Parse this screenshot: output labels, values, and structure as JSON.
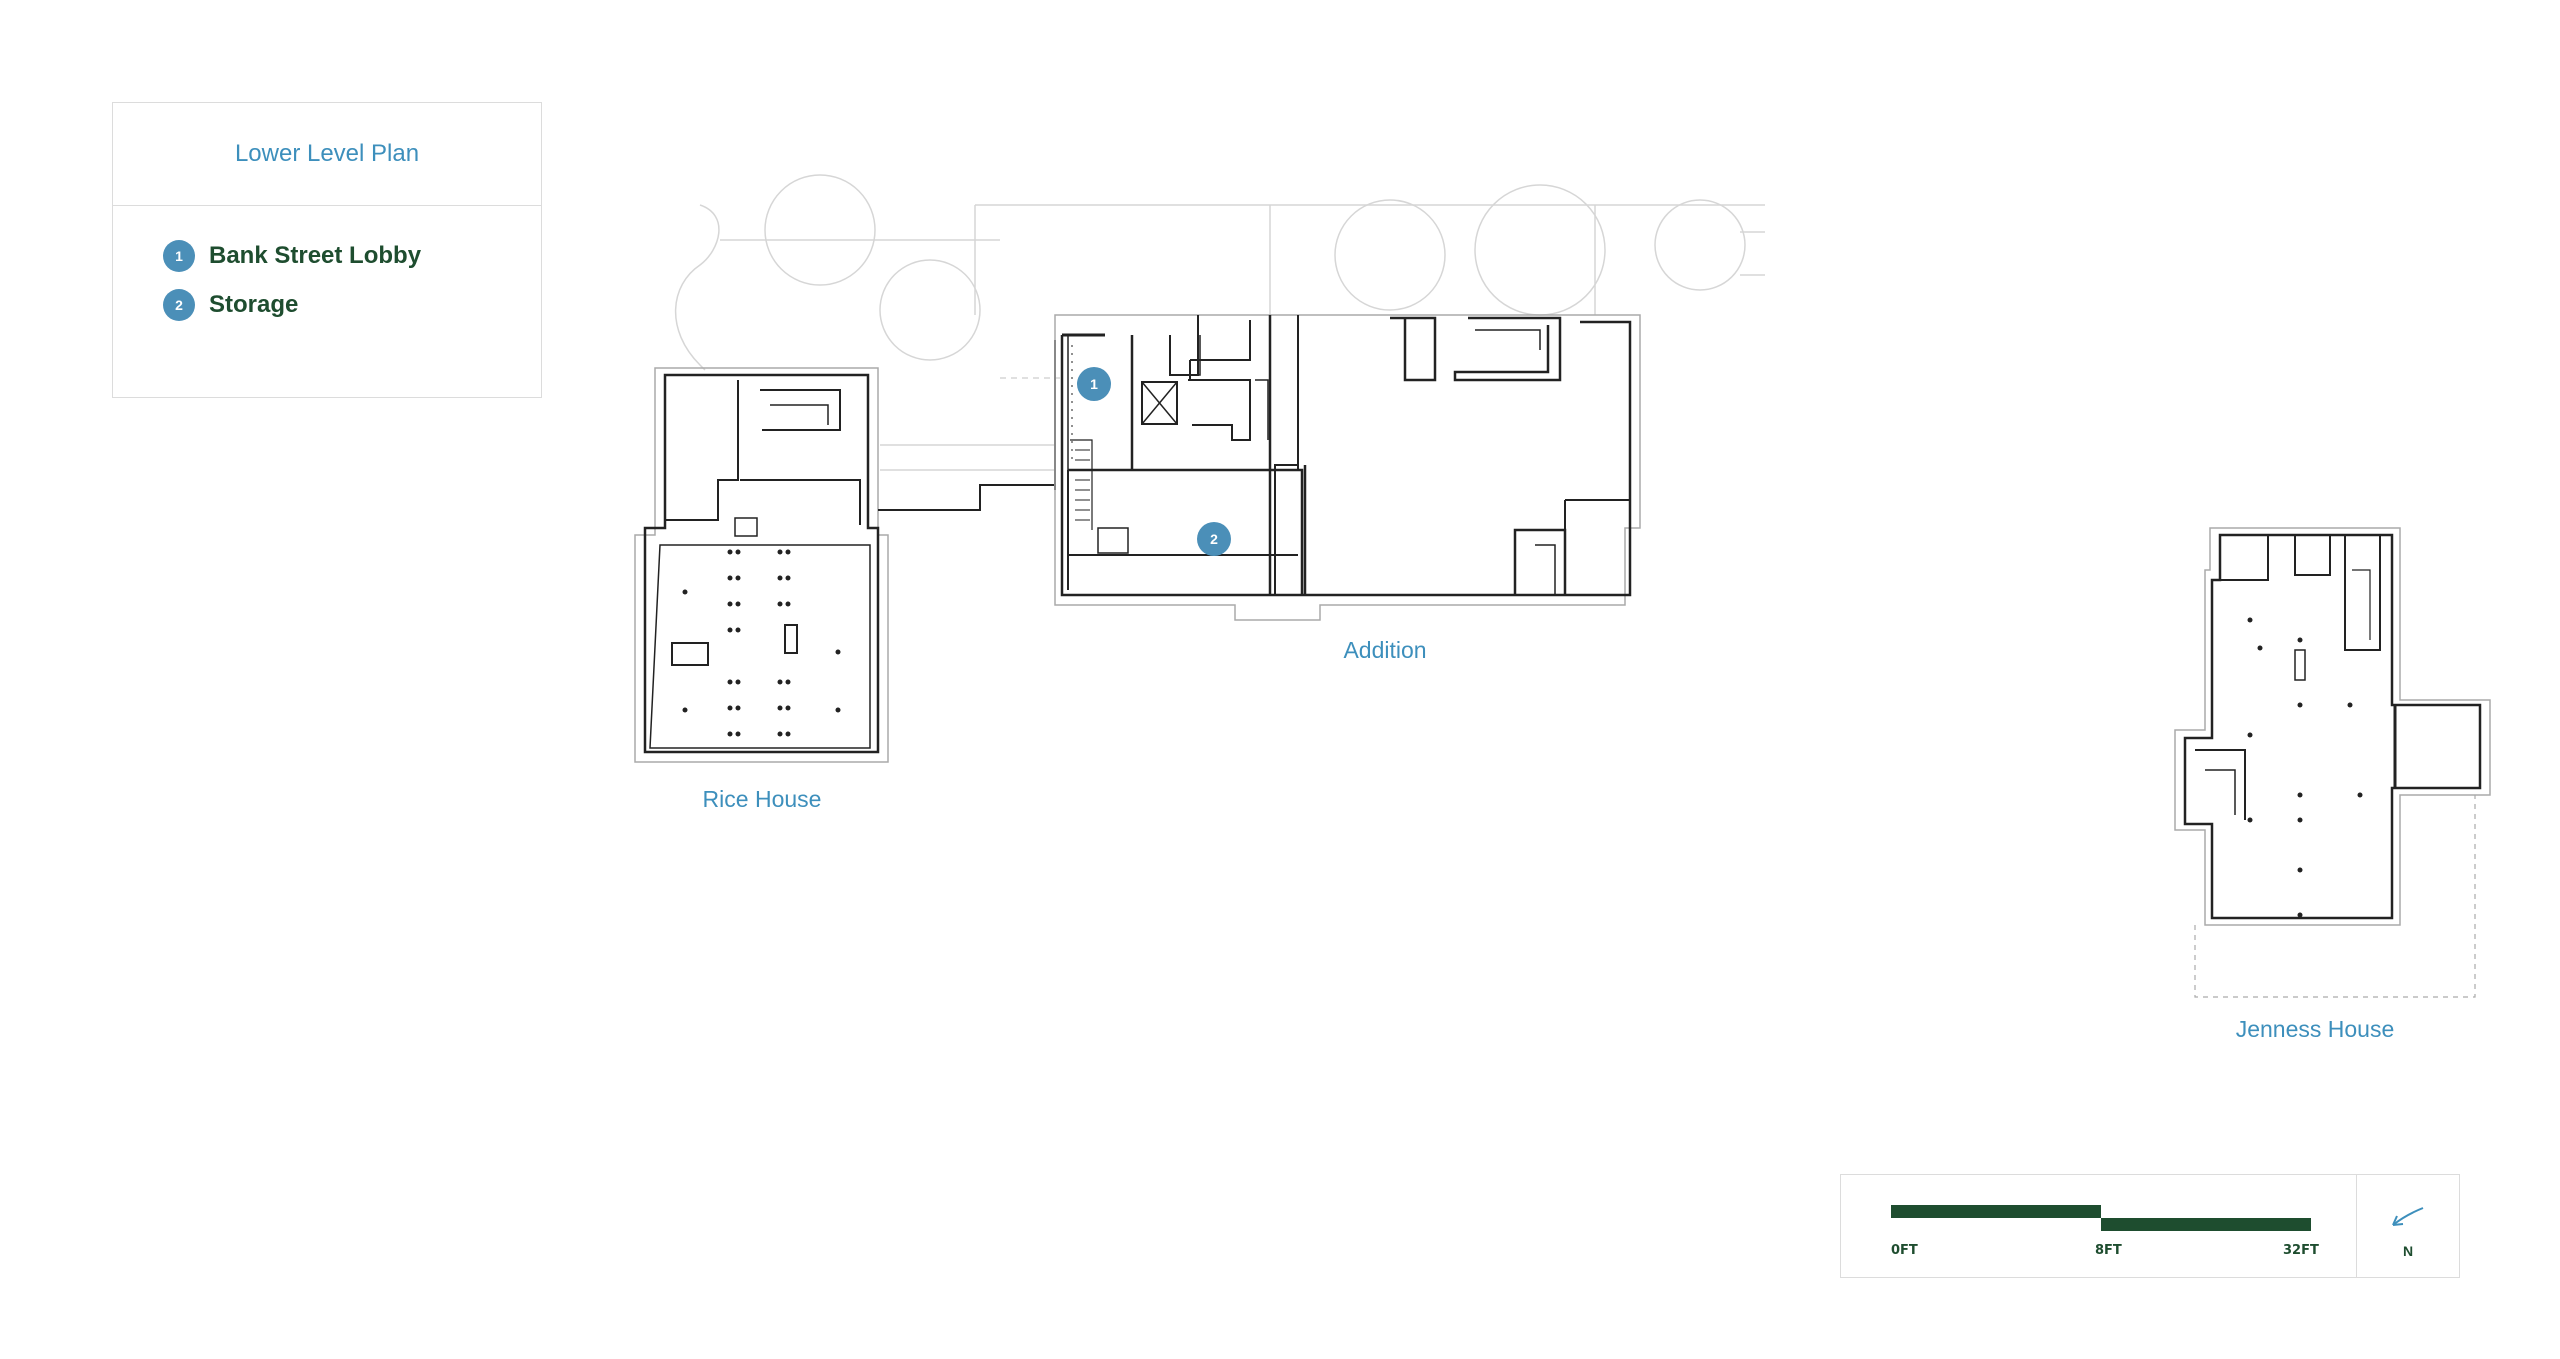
{
  "legend": {
    "title": "Lower Level Plan",
    "items": [
      {
        "number": "1",
        "label": "Bank Street Lobby"
      },
      {
        "number": "2",
        "label": "Storage"
      }
    ]
  },
  "buildings": {
    "rice_house": "Rice House",
    "addition": "Addition",
    "jenness_house": "Jenness House"
  },
  "markers": [
    {
      "number": "1"
    },
    {
      "number": "2"
    }
  ],
  "scale": {
    "ticks": [
      "0FT",
      "8FT",
      "32FT"
    ],
    "north_label": "N"
  },
  "colors": {
    "accent_blue": "#3d8fbc",
    "marker_blue": "#4b8fb8",
    "dark_green": "#1e4d2f",
    "wall": "#222222"
  }
}
